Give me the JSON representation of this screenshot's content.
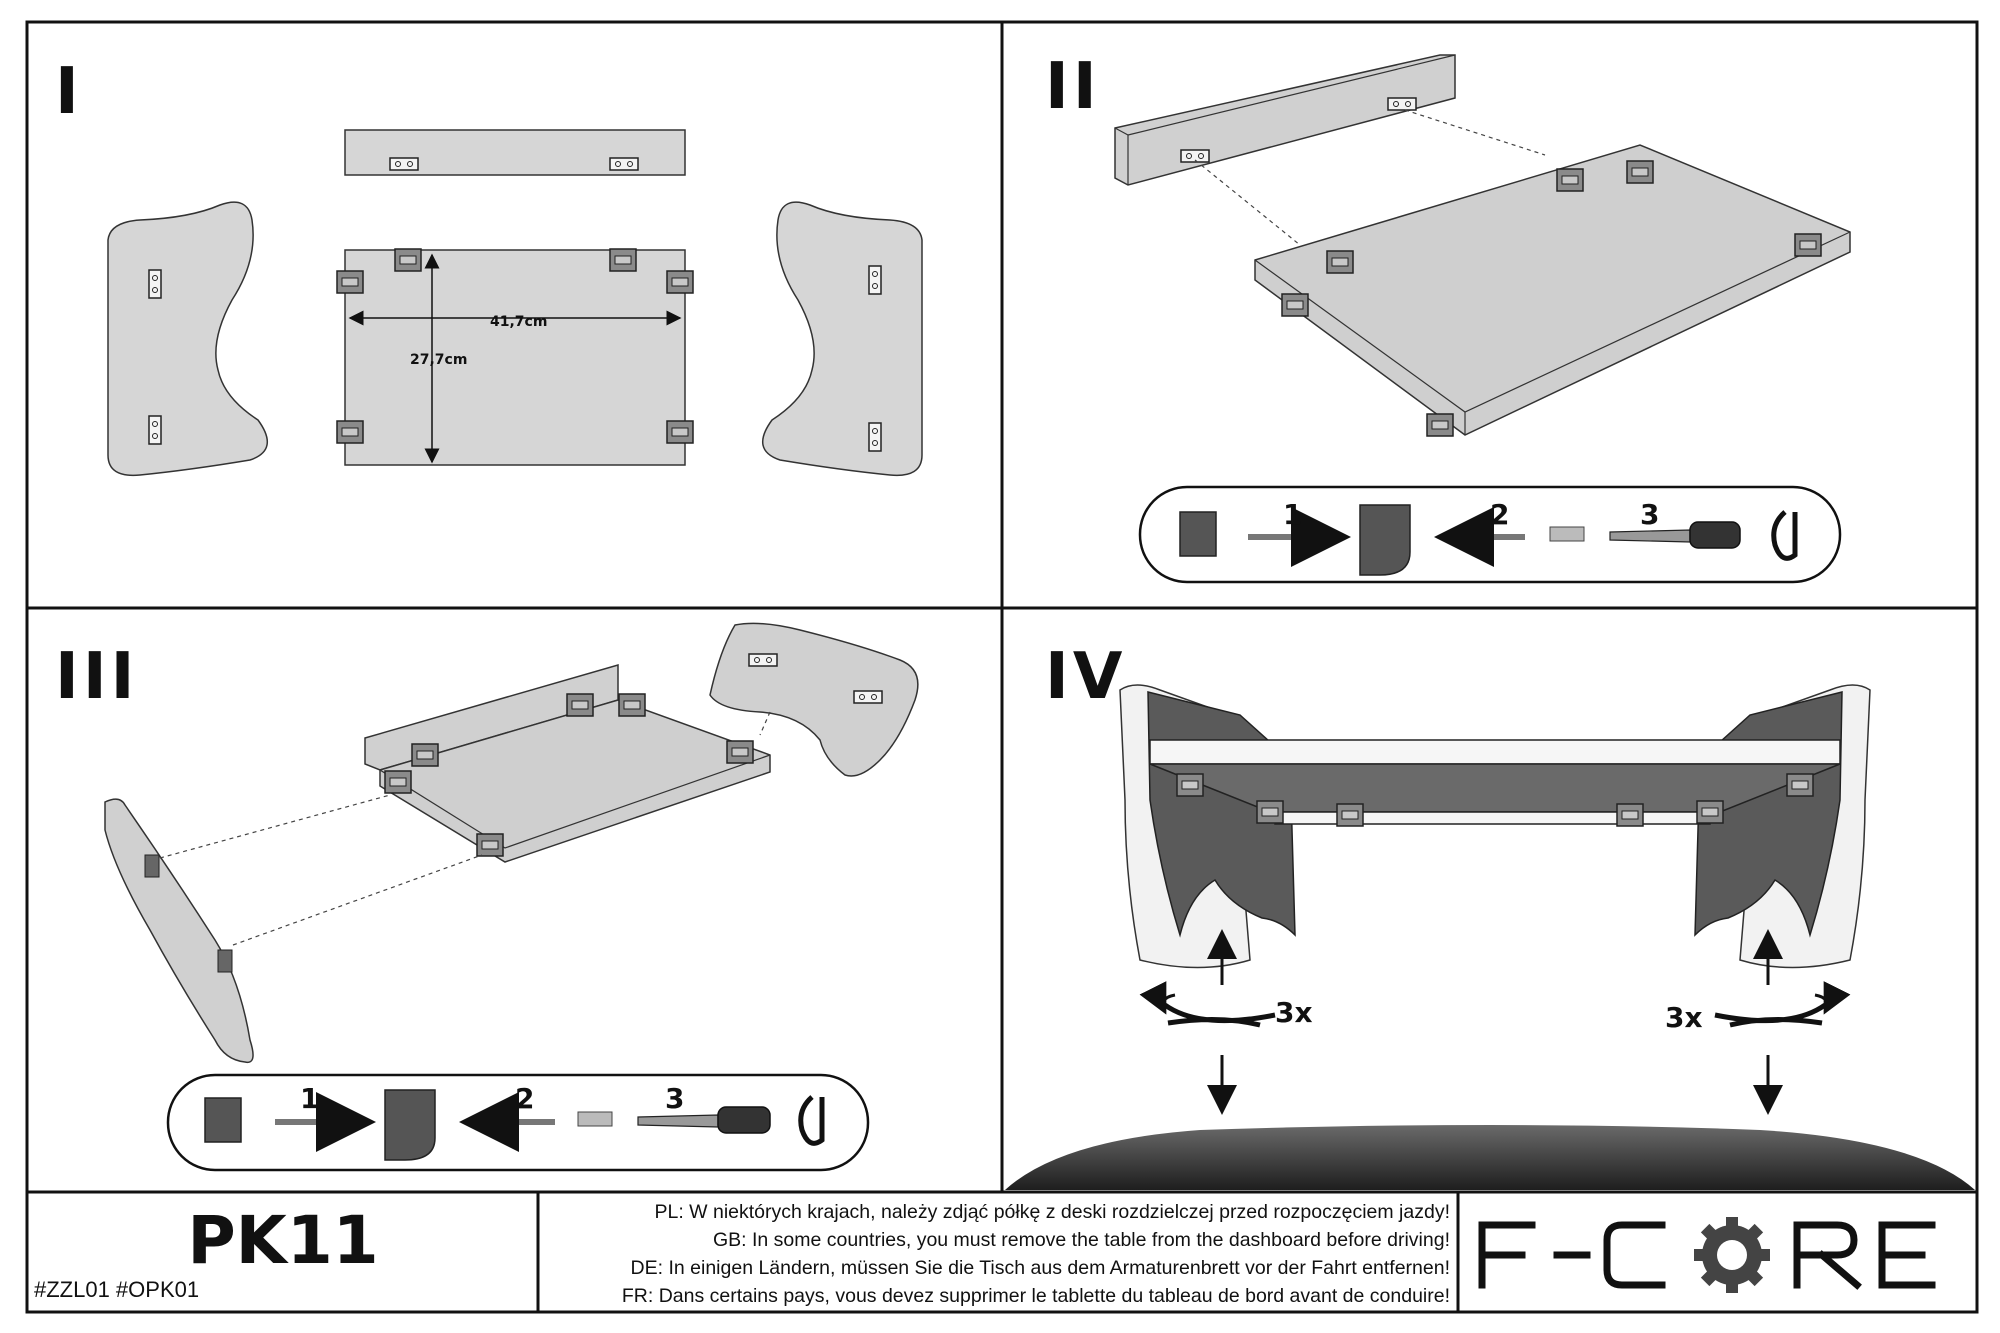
{
  "panels": [
    {
      "numeral": "I"
    },
    {
      "numeral": "II"
    },
    {
      "numeral": "III"
    },
    {
      "numeral": "IV"
    }
  ],
  "dimensions": {
    "width": "41,7cm",
    "height": "27,7cm"
  },
  "steps": [
    "1",
    "2",
    "3"
  ],
  "rotation": {
    "count": "3x"
  },
  "footer": {
    "model": "PK11",
    "codes": "#ZZL01  #OPK01",
    "warnings": [
      "PL: W niektórych krajach, należy zdjąć półkę z deski rozdzielczej przed rozpoczęciem jazdy!",
      "GB: In some countries, you must remove the table from the dashboard before driving!",
      "DE: In einigen Ländern, müssen Sie die Tisch aus dem Armaturenbrett vor der Fahrt entfernen!",
      "FR: Dans certains pays, vous devez supprimer le tablette du tableau de bord avant de conduire!"
    ],
    "brand": "F-CORE"
  },
  "colors": {
    "border": "#111111",
    "panel_fill": "#d4d4d4",
    "dark_part": "#555555",
    "dashboard": "#333333"
  }
}
